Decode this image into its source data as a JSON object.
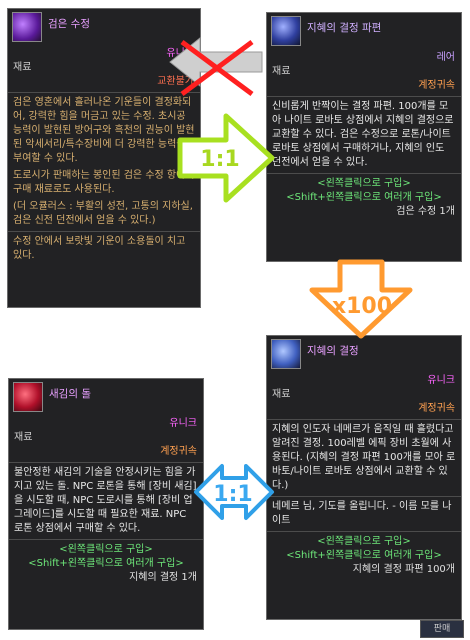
{
  "dark_crystal": {
    "title": "검은 수정",
    "rarity": "유니크",
    "category": "재료",
    "trade": "교환불가",
    "desc": [
      "검은 영혼에서 흘러나온 기운들이 결정화되어, 강력한 힘을 머금고 있는 수정. 초시공 능력이 발현된 방어구와 흑천의 권능이 발현된 악세서리/특수장비에 더 강력한 능력을 부여할 수 있다.",
      "도로시가 판매하는 봉인된 검은 수정 항아리 구매 재료로도 사용된다.",
      "(더 오큘러스 : 부활의 성전, 고통의 지하실, 검은 신전 던전에서 얻을 수 있다.)"
    ],
    "footer_desc": "수정 안에서 보랏빛 기운이 소용돌이 치고 있다."
  },
  "wisdom_fragment": {
    "title": "지혜의 결정 파편",
    "rarity": "레어",
    "category": "재료",
    "trade": "계정귀속",
    "desc": "신비롭게 반짝이는 결정 파편. 100개를 모아 나이트 로바토 상점에서 지혜의 결정으로 교환할 수 있다. 검은 수정으로 로톤/나이트 로바토 상점에서 구매하거나, 지혜의 인도 던전에서 얻을 수 있다.",
    "buy_click": "<왼쪽클릭으로 구입>",
    "buy_shift": "<Shift+왼쪽클릭으로 여러개 구입>",
    "cost": "검은 수정 1개"
  },
  "wisdom_crystal": {
    "title": "지혜의 결정",
    "rarity": "유니크",
    "category": "재료",
    "trade": "계정귀속",
    "desc": "지혜의 인도자 네메르가 움직일 때 흘렸다고 알려진 결정. 100레벨 에픽 장비 초월에 사용된다. (지혜의 결정 파편 100개를 모아 로바토/나이트 로바토 상점에서 교환할 수 있다.)",
    "quote": "네메르 님, 기도를 올립니다. - 이름 모를 나이트",
    "buy_click": "<왼쪽클릭으로 구입>",
    "buy_shift": "<Shift+왼쪽클릭으로 여러개 구입>",
    "cost": "지혜의 결정 파편 100개"
  },
  "engraving_stone": {
    "title": "새김의 돌",
    "rarity": "유니크",
    "category": "재료",
    "trade": "계정귀속",
    "desc": "불안정한 새김의 기술을 안정시키는 힘을 가지고 있는 돌. NPC 로톤을 통해 [장비 새김]을 시도할 때, NPC 도로시를 통해 [장비 업그레이드]를 시도할 때 필요한 재료. NPC 로톤 상점에서 구매할 수 있다.",
    "buy_click": "<왼쪽클릭으로 구입>",
    "buy_shift": "<Shift+왼쪽클릭으로 여러개 구입>",
    "cost": "지혜의 결정 1개"
  },
  "arrows": {
    "ratio_right": "1:1",
    "ratio_down": "x100",
    "ratio_both": "1:1"
  },
  "colors": {
    "rarity_unique": "#ff66ff",
    "rarity_rare": "#c8a0ff",
    "trade": "#ffa050",
    "buy": "#6ee87a"
  },
  "background_button": "판매"
}
